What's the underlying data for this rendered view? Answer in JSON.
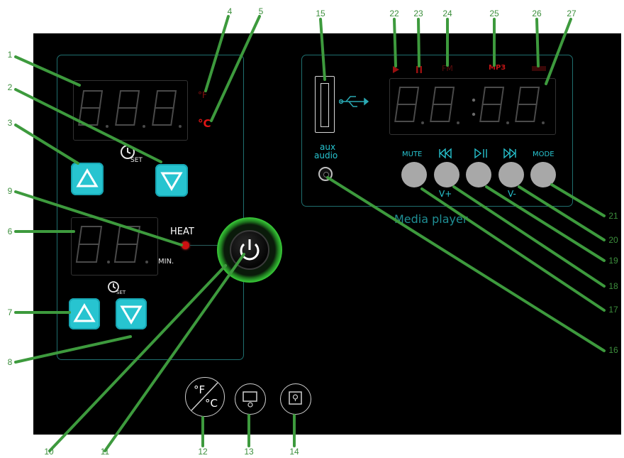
{
  "units": {
    "fahrenheit": "°F",
    "celsius": "°C"
  },
  "labels": {
    "set": "SET",
    "heat": "HEAT",
    "min": "MIN.",
    "aux_line1": "aux",
    "aux_line2": "audio",
    "media_player": "Media player",
    "mute": "MUTE",
    "mode": "MODE",
    "v_plus": "V+",
    "v_minus": "V-",
    "fm": "FM",
    "mp3": "MP3",
    "fc_f": "°F",
    "fc_c": "°C"
  },
  "colors": {
    "panel": "#000000",
    "accent_cyan": "#27c4d0",
    "indicator_red": "#cc1111",
    "power_ring": "#2fbf2f",
    "leader_green": "#3d9a3d"
  },
  "callouts": [
    "1",
    "2",
    "3",
    "4",
    "5",
    "6",
    "7",
    "8",
    "9",
    "10",
    "11",
    "12",
    "13",
    "14",
    "15",
    "16",
    "17",
    "18",
    "19",
    "20",
    "21",
    "22",
    "23",
    "24",
    "25",
    "26",
    "27"
  ]
}
